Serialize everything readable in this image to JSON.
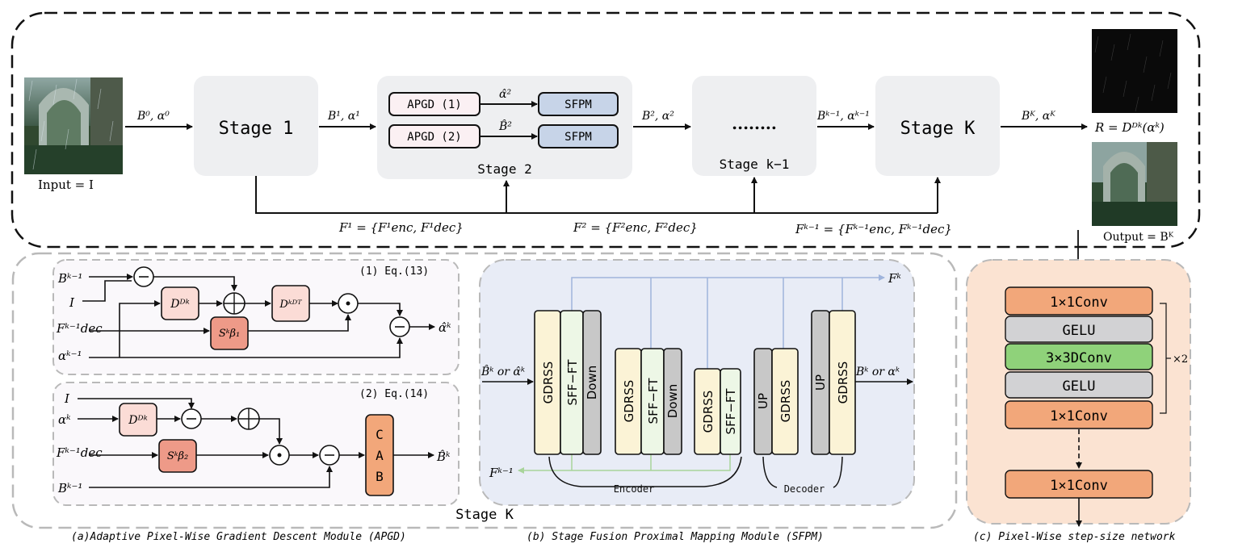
{
  "top": {
    "input_label": "Input = I",
    "b0": "B⁰, α⁰",
    "stage1": "Stage 1",
    "b1": "B¹, α¹",
    "apgd1": "APGD (1)",
    "apgd2": "APGD (2)",
    "sfpm": "SFPM",
    "alpha_hat2": "α̂²",
    "b_hat2": "B̂²",
    "stage2": "Stage 2",
    "b2": "B², α²",
    "dots": "........",
    "stage_km1": "Stage k−1",
    "bkm1": "Bᵏ⁻¹, αᵏ⁻¹",
    "stageK": "Stage K",
    "bK": "Bᴷ, αᴷ",
    "r_label": "R = Dᴰᵏ(αᵏ)",
    "output_label": "Output = Bᴷ",
    "f1": "F¹ = {F¹enc, F¹dec}",
    "f2": "F² = {F²enc, F²dec}",
    "fkm1": "Fᵏ⁻¹ = {Fᵏ⁻¹enc, Fᵏ⁻¹dec}"
  },
  "apgd_panel": {
    "eq1": "(1) Eq.(13)",
    "eq2": "(2) Eq.(14)",
    "bkm1": "Bᵏ⁻¹",
    "I": "I",
    "fdec": "Fᵏ⁻¹dec",
    "alpha_km1": "αᵏ⁻¹",
    "Dk": "Dᴰᵏ",
    "DkT": "Dᵏᴰᵀ",
    "Sb1": "Sᵏβ₁",
    "Sb2": "Sᵏβ₂",
    "alpha_hat_k": "α̂ᵏ",
    "alpha_k": "αᵏ",
    "b_hat_k": "B̂ᵏ",
    "cab": [
      "C",
      "A",
      "B"
    ],
    "stageK": "Stage K",
    "caption": "(a)Adaptive Pixel-Wise Gradient Descent Module (APGD)"
  },
  "sfpm_panel": {
    "in_label": "B̂ᵏ or α̂ᵏ",
    "out_label": "Bᵏ or αᵏ",
    "fk": "Fᵏ",
    "fkm1": "Fᵏ⁻¹",
    "gdrss": "GDRSS",
    "sfft": "SFF−FT",
    "down": "Down",
    "up": "UP",
    "encoder": "Encoder",
    "decoder": "Decoder",
    "caption": "(b) Stage Fusion Proximal Mapping Module (SFPM)"
  },
  "step_panel": {
    "conv1": "1×1Conv",
    "gelu": "GELU",
    "conv3": "3×3DConv",
    "times2": "×2",
    "caption": "(c) Pixel-Wise step-size network"
  },
  "colors": {
    "stage_bg": "#eeeff1",
    "apgd_fill": "#fbf0f3",
    "sfpm_fill": "#c7d4e8",
    "sfpm_panel_bg": "#e8ecf6",
    "step_panel_bg": "#fbe3d2",
    "conv_orange": "#f2a77a",
    "gelu_gray": "#d2d2d4",
    "dconv_green": "#8fd27a",
    "gdrss_yellow": "#fbf3d6",
    "sfft_green": "#edf7e6",
    "updown_gray": "#c8c8c8",
    "d_pink": "#fbdcd6",
    "s_salmon": "#ee9a88"
  }
}
